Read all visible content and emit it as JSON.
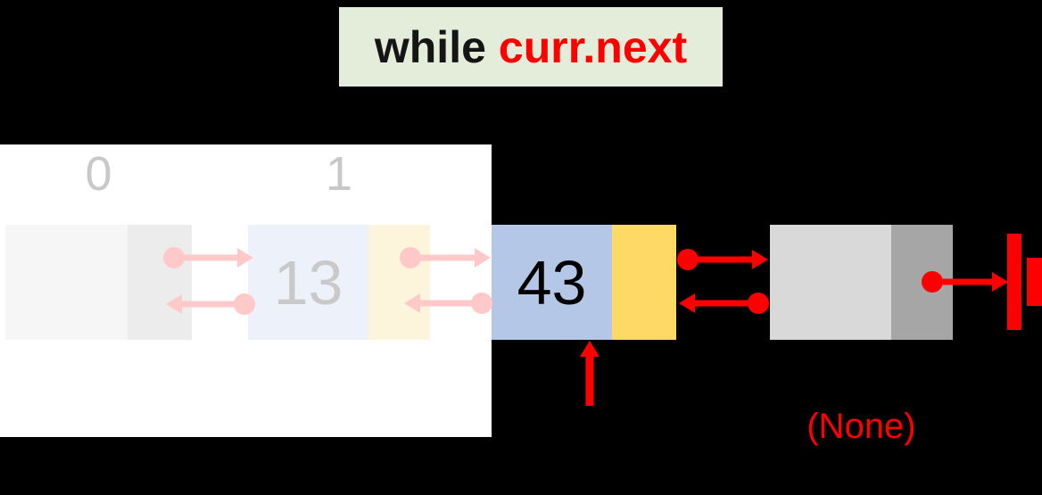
{
  "title": {
    "keyword": "while",
    "expression": "curr.next"
  },
  "nodes": [
    {
      "id": "node-0",
      "index_label": "0",
      "value": "",
      "state": "visited"
    },
    {
      "id": "node-1",
      "index_label": "1",
      "value": "13",
      "state": "visited"
    },
    {
      "id": "node-2",
      "index_label": "",
      "value": "43",
      "state": "current"
    },
    {
      "id": "node-3",
      "index_label": "",
      "value": "",
      "state": "next"
    }
  ],
  "labels": {
    "none": "(None)"
  },
  "icons": {
    "null_terminator": "null-terminator-icon",
    "pointer_dot": "pointer-origin-dot",
    "curr_marker": "curr-up-arrow-icon"
  },
  "colors": {
    "bg": "#000000",
    "panel": "#ffffff",
    "title_bg": "#e4edda",
    "title_text": "#151515",
    "red": "#ff0000",
    "curr_value_bg": "#b4c7e7",
    "curr_pointer_bg": "#ffd966",
    "next_value_bg": "#d9d9d9",
    "next_pointer_bg": "#a6a6a6",
    "visited_value0_bg": "#f6f6f6",
    "visited_pointer0_bg": "#ececec",
    "visited_value1_bg": "#edf1fa",
    "visited_pointer1_bg": "#fdf4dc",
    "faded_pink": "#ffc9c9",
    "faded_text": "#c9c9c9",
    "index_label": "#c8c8c8"
  }
}
